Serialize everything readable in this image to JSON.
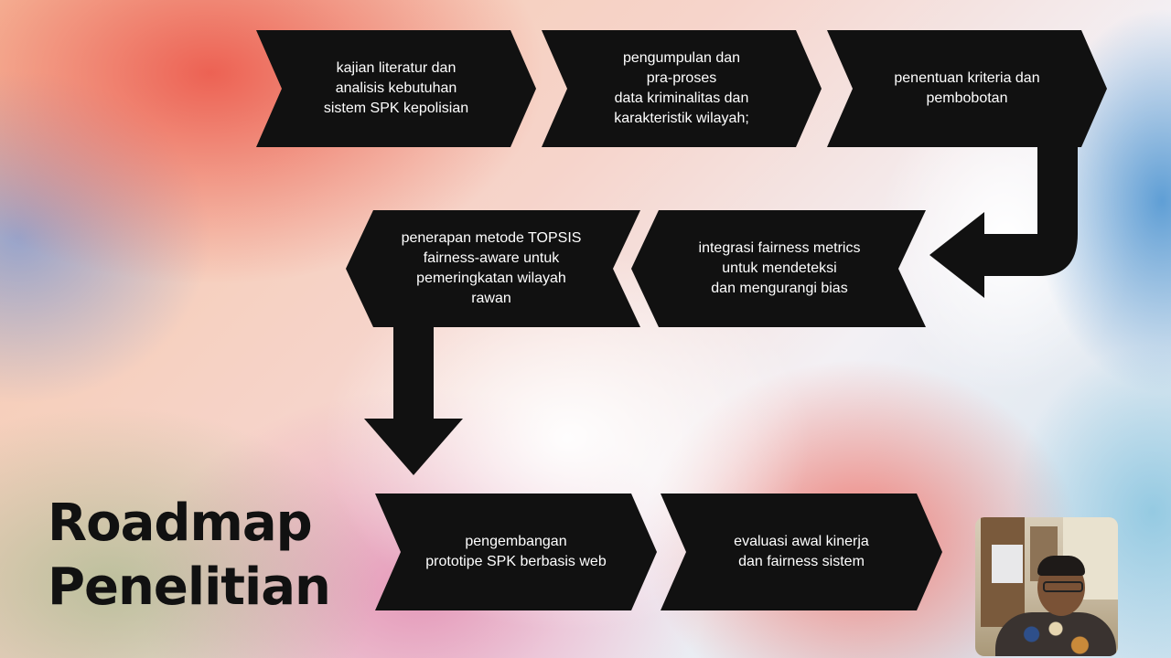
{
  "title": {
    "line1": "Roadmap",
    "line2": "Penelitian"
  },
  "steps": [
    {
      "id": 1,
      "text": "kajian literatur dan\nanalisis kebutuhan\nsistem SPK kepolisian"
    },
    {
      "id": 2,
      "text": "pengumpulan dan\npra-proses\ndata kriminalitas dan\nkarakteristik wilayah;"
    },
    {
      "id": 3,
      "text": "penentuan kriteria dan\npembobotan"
    },
    {
      "id": 4,
      "text": "integrasi fairness metrics\nuntuk mendeteksi\ndan mengurangi bias"
    },
    {
      "id": 5,
      "text": "penerapan metode TOPSIS\nfairness-aware untuk\npemeringkatan wilayah\nrawan"
    },
    {
      "id": 6,
      "text": "pengembangan\nprototipe SPK berbasis web"
    },
    {
      "id": 7,
      "text": "evaluasi awal kinerja\ndan fairness sistem"
    }
  ],
  "colors": {
    "shape_fill": "#111111",
    "shape_text": "#ffffff",
    "title_text": "#111111"
  }
}
